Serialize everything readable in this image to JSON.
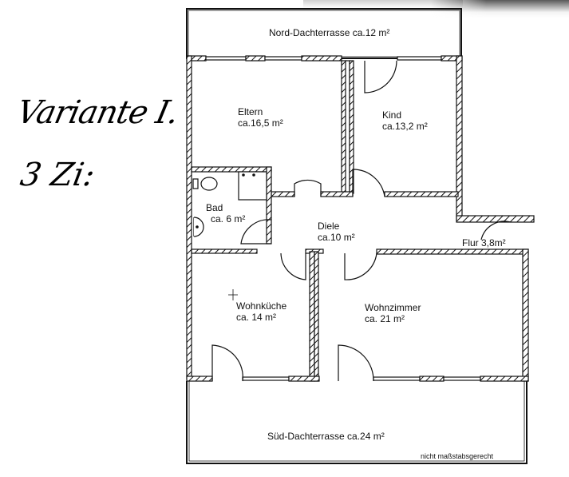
{
  "document": {
    "type": "floor_plan",
    "handwritten": {
      "title": "Variante I.",
      "subtitle": "3 Zi:"
    },
    "scale_note": "nicht maßstabsgerecht"
  },
  "rooms": {
    "nord_terrasse": {
      "label": "Nord-Dachterrasse ca.12 m²"
    },
    "eltern": {
      "name": "Eltern",
      "area": "ca.16,5 m²"
    },
    "kind": {
      "name": "Kind",
      "area": "ca.13,2 m²"
    },
    "bad": {
      "name": "Bad",
      "area": "ca. 6 m²"
    },
    "diele": {
      "name": "Diele",
      "area": "ca.10 m²"
    },
    "flur": {
      "label": "Flur 3,8m²"
    },
    "wohnkueche": {
      "name": "Wohnküche",
      "area": "ca. 14 m²"
    },
    "wohnzimmer": {
      "name": "Wohnzimmer",
      "area": "ca. 21 m²"
    },
    "sued_terrasse": {
      "label": "Süd-Dachterrasse ca.24 m²"
    }
  },
  "colors": {
    "wall": "#111111",
    "paper": "#ffffff"
  }
}
